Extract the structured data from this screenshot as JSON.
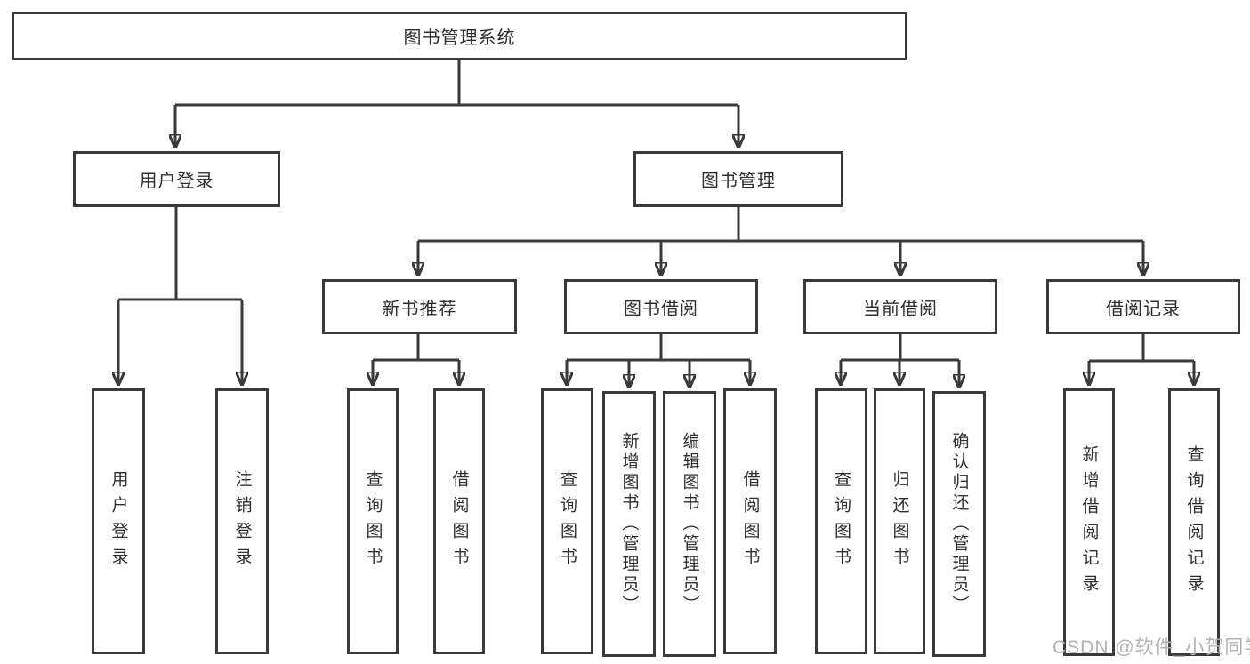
{
  "tree": {
    "label": "图书管理系统",
    "children": [
      {
        "label": "用户登录",
        "children": [
          {
            "label": "用户登录"
          },
          {
            "label": "注销登录"
          }
        ]
      },
      {
        "label": "图书管理",
        "children": [
          {
            "label": "新书推荐",
            "children": [
              {
                "label": "查询图书"
              },
              {
                "label": "借阅图书"
              }
            ]
          },
          {
            "label": "图书借阅",
            "children": [
              {
                "label": "查询图书"
              },
              {
                "label": "新增图书（管理员）"
              },
              {
                "label": "编辑图书（管理员）"
              },
              {
                "label": "借阅图书"
              }
            ]
          },
          {
            "label": "当前借阅",
            "children": [
              {
                "label": "查询图书"
              },
              {
                "label": "归还图书"
              },
              {
                "label": "确认归还（管理员）"
              }
            ]
          },
          {
            "label": "借阅记录",
            "children": [
              {
                "label": "新增借阅记录"
              },
              {
                "label": "查询借阅记录"
              }
            ]
          }
        ]
      }
    ]
  },
  "watermark": {
    "text": "CSDN @软件_小贺同学"
  },
  "colors": {
    "line": "#3a3a3a",
    "box_border": "#3a3a3a",
    "text": "#2f2f2f",
    "watermark": "#b1b3b6",
    "background": "#ffffff"
  }
}
